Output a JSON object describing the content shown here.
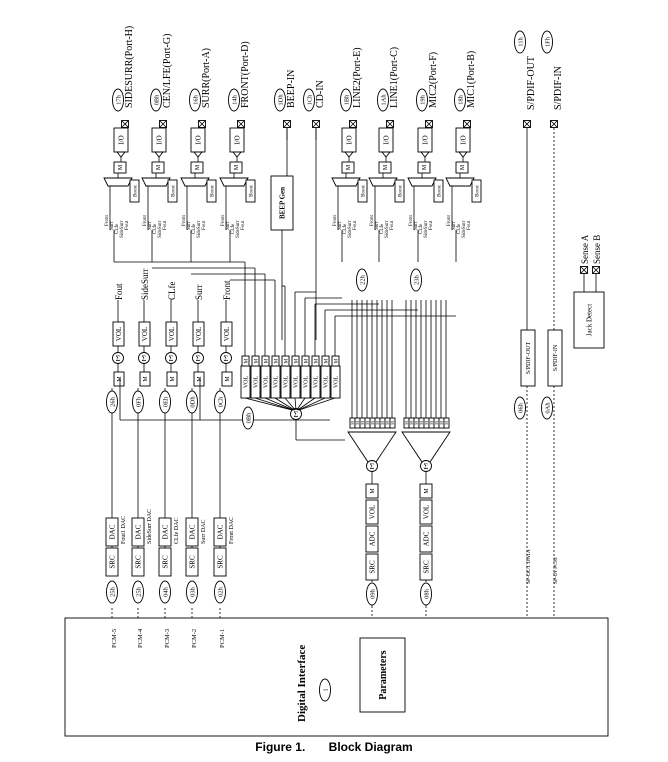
{
  "caption": {
    "figure": "Figure 1.",
    "title": "Block Diagram"
  },
  "interface": {
    "label": "Digital Interface",
    "params": "Parameters",
    "id": "1"
  },
  "ports": [
    {
      "id": "17h",
      "name": "SIDESURR(Port-H)"
    },
    {
      "id": "0Bh",
      "name": "CEN/LFE(Port-G)"
    },
    {
      "id": "16h",
      "name": "SURR(Port-A)"
    },
    {
      "id": "14h",
      "name": "FRONT(Port-D)"
    },
    {
      "id": "1Dh",
      "name": "BEEP-IN",
      "beep": true
    },
    {
      "id": "1Ch",
      "name": "CD-IN",
      "cd": true
    },
    {
      "id": "1Bh",
      "name": "LINE2(Port-E)"
    },
    {
      "id": "1Ah",
      "name": "LINE1(Port-C)"
    },
    {
      "id": "19h",
      "name": "MIC2(Port-F)"
    },
    {
      "id": "18h",
      "name": "MIC1(Port-B)"
    }
  ],
  "spdif": [
    {
      "id": "11h",
      "name": "S/PDIF-OUT",
      "node": "06h",
      "data": "SP-OUT DATA"
    },
    {
      "id": "1Fh",
      "name": "S/PDIF-IN",
      "node": "0Ah",
      "data": "SP-IN PCM"
    }
  ],
  "out_paths": [
    {
      "pcm": "PCM-5",
      "src_id": "25h",
      "mix_id": "26h",
      "dac_label": "Fout1 DAC",
      "out": "Fout"
    },
    {
      "pcm": "PCM-4",
      "src_id": "25h",
      "mix_id": "0Fh",
      "dac_label": "SideSurr DAC",
      "out": "SideSurr"
    },
    {
      "pcm": "PCM-3",
      "src_id": "04h",
      "mix_id": "0Eh",
      "dac_label": "CLfe DAC",
      "out": "CLfe"
    },
    {
      "pcm": "PCM-2",
      "src_id": "03h",
      "mix_id": "0Dh",
      "dac_label": "Surr DAC",
      "out": "Surr"
    },
    {
      "pcm": "PCM-1",
      "src_id": "02h",
      "mix_id": "0Ch",
      "dac_label": "Front DAC",
      "out": "Front"
    }
  ],
  "adc_paths": [
    {
      "id": "09h",
      "sel_id": "22h"
    },
    {
      "id": "08h",
      "sel_id": "23h"
    }
  ],
  "mixer": {
    "id": "0Bh"
  },
  "jack": {
    "label": "Jack Detect",
    "sense_a": "Sense A",
    "sense_b": "Sense B"
  },
  "labels": {
    "src": "SRC",
    "dac": "DAC",
    "adc": "ADC",
    "vol": "VOL",
    "m": "M",
    "sum": "Σ",
    "io": "I/O",
    "boost": "Boost",
    "beepgen": "BEEP Gen",
    "mux_inputs": [
      "Front",
      "Surr",
      "CLfe",
      "SideSurr",
      "Fout"
    ]
  }
}
